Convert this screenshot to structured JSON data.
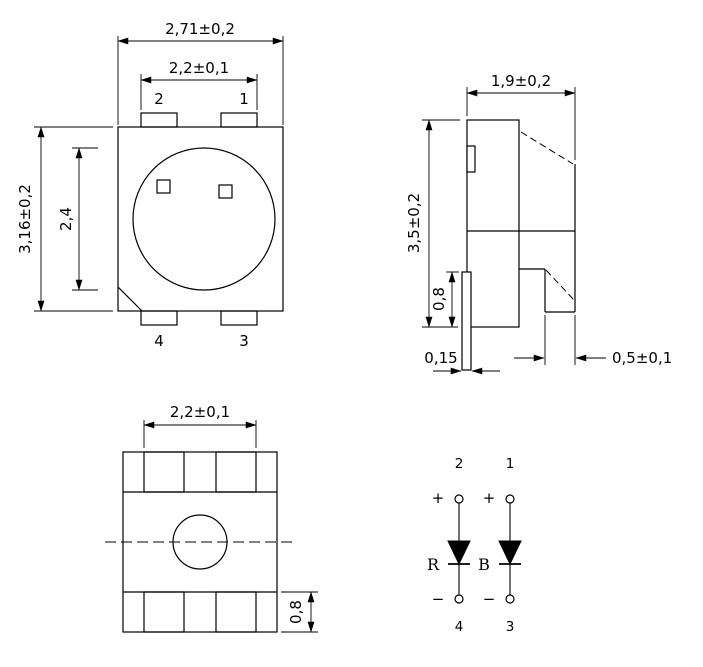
{
  "colors": {
    "line": "#000000",
    "background": "#ffffff"
  },
  "front_view": {
    "dim_width_outer": "2,71±0,2",
    "dim_width_inner": "2,2±0,1",
    "dim_height_outer": "3,16±0,2",
    "dim_height_inner": "2,4",
    "pin_top_left": "2",
    "pin_top_right": "1",
    "pin_bottom_left": "4",
    "pin_bottom_right": "3"
  },
  "side_view": {
    "dim_width": "1,9±0,2",
    "dim_height": "3,5±0,2",
    "dim_standoff": "0,8",
    "dim_lead_thickness": "0,15",
    "dim_pad_width": "0,5±0,1"
  },
  "bottom_view": {
    "dim_pad_span": "2,2±0,1",
    "dim_pad_height": "0,8"
  },
  "schematic": {
    "pin_top_left": "2",
    "pin_top_right": "1",
    "pin_bottom_left": "4",
    "pin_bottom_right": "3",
    "anode_sign": "+",
    "cathode_sign": "−",
    "led_left_label": "R",
    "led_right_label": "B"
  }
}
